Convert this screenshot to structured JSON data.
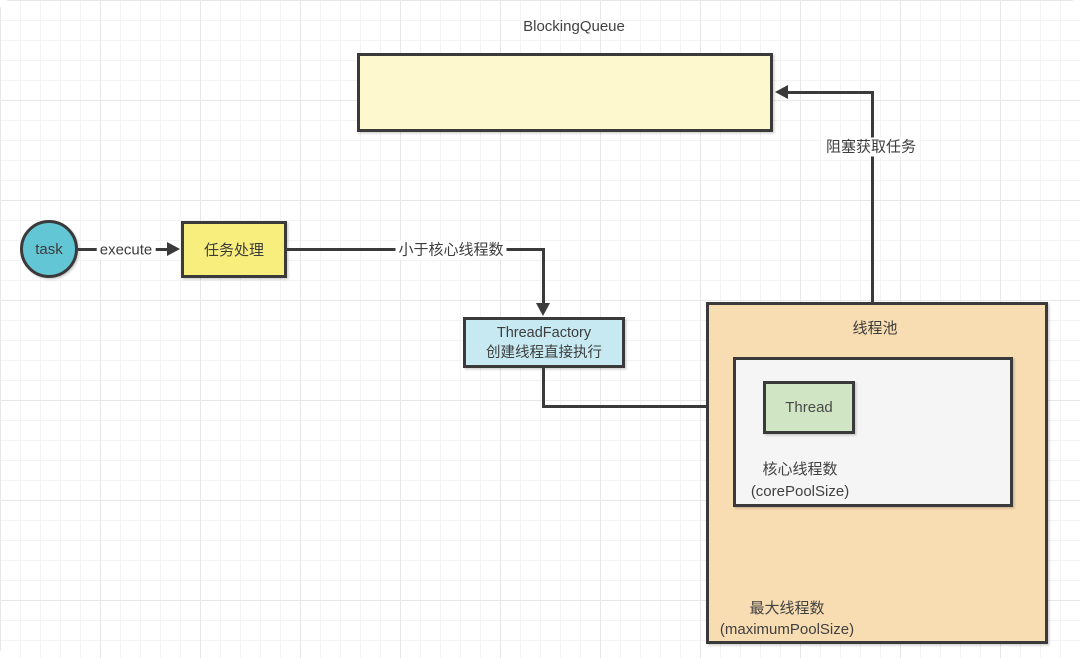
{
  "diagram": {
    "title": "BlockingQueue"
  },
  "nodes": {
    "task": {
      "label": "task"
    },
    "task_process": {
      "label": "任务处理"
    },
    "thread_factory": {
      "line1": "ThreadFactory",
      "line2": "创建线程直接执行"
    },
    "thread": {
      "label": "Thread"
    },
    "pool": {
      "label": "线程池"
    },
    "core": {
      "line1": "核心线程数",
      "line2": "(corePoolSize)"
    },
    "max": {
      "line1": "最大线程数",
      "line2": "(maximumPoolSize)"
    }
  },
  "edges": {
    "execute": {
      "label": "execute"
    },
    "less_than_core": {
      "label": "小于核心线程数"
    },
    "blocking_fetch": {
      "label": "阻塞获取任务"
    }
  },
  "colors": {
    "stroke": "#3a3a3a",
    "queue_fill": "#fdf8cd",
    "task_fill": "#63c6d5",
    "process_fill": "#f8ee7d",
    "factory_fill": "#c7e9f2",
    "pool_fill": "#f8dcb2",
    "core_fill": "#f5f5f5",
    "thread_fill": "#cfe5c3"
  }
}
